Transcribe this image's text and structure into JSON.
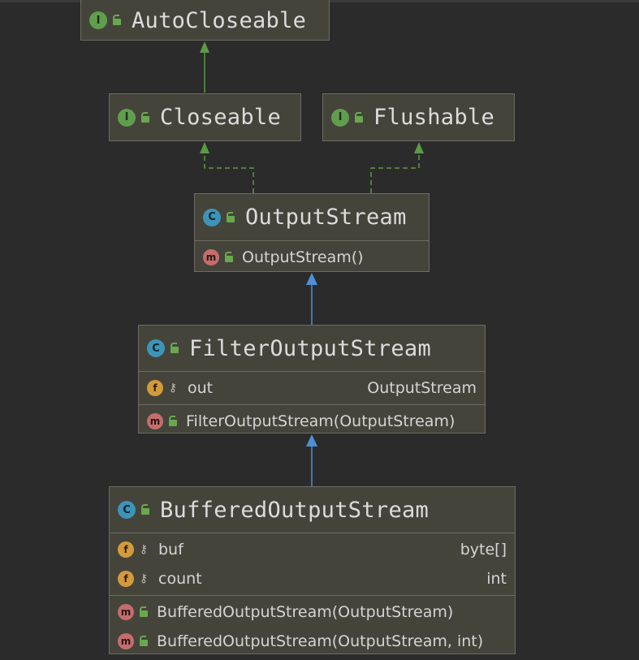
{
  "colors": {
    "background": "#2b2b2b",
    "node_fill": "#45443b",
    "node_border": "#6d6c64",
    "inheritance_arrow": "#4d8fd6",
    "interface_arrow": "#5c9a45",
    "interface_badge": "#5f9e4c",
    "class_badge": "#3d94b8",
    "method_badge": "#c46d6d",
    "field_badge": "#d39a3d"
  },
  "nodes": {
    "autocloseable": {
      "badge": "I",
      "name": "AutoCloseable"
    },
    "closeable": {
      "badge": "I",
      "name": "Closeable"
    },
    "flushable": {
      "badge": "I",
      "name": "Flushable"
    },
    "outputstream": {
      "badge": "C",
      "name": "OutputStream",
      "methods": [
        {
          "badge": "m",
          "signature": "OutputStream()"
        }
      ]
    },
    "filteroutputstream": {
      "badge": "C",
      "name": "FilterOutputStream",
      "fields": [
        {
          "badge": "f",
          "name": "out",
          "type": "OutputStream"
        }
      ],
      "methods": [
        {
          "badge": "m",
          "signature": "FilterOutputStream(OutputStream)"
        }
      ]
    },
    "bufferedoutputstream": {
      "badge": "C",
      "name": "BufferedOutputStream",
      "fields": [
        {
          "badge": "f",
          "name": "buf",
          "type": "byte[]"
        },
        {
          "badge": "f",
          "name": "count",
          "type": "int"
        }
      ],
      "methods": [
        {
          "badge": "m",
          "signature": "BufferedOutputStream(OutputStream)"
        },
        {
          "badge": "m",
          "signature": "BufferedOutputStream(OutputStream, int)"
        }
      ]
    }
  }
}
